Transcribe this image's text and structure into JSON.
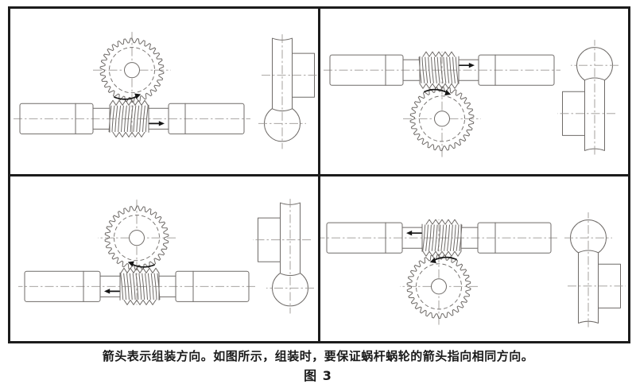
{
  "figure": {
    "caption": "箭头表示组装方向。如图所示，组装时，要保证蜗杆蜗轮的箭头指向相同方向。",
    "label": "图 3"
  },
  "colors": {
    "frame": "#1c1c1c",
    "drawing_line": "#6f6b68",
    "center_line": "#9b9794",
    "arrow": "#161616",
    "background": "#ffffff"
  },
  "panels": [
    {
      "id": "top-left",
      "layout": "gear-above-worm",
      "arrow_direction": "right"
    },
    {
      "id": "top-right",
      "layout": "gear-below-worm",
      "arrow_direction": "right"
    },
    {
      "id": "bottom-left",
      "layout": "gear-above-worm",
      "arrow_direction": "left"
    },
    {
      "id": "bottom-right",
      "layout": "gear-below-worm",
      "arrow_direction": "left"
    }
  ]
}
